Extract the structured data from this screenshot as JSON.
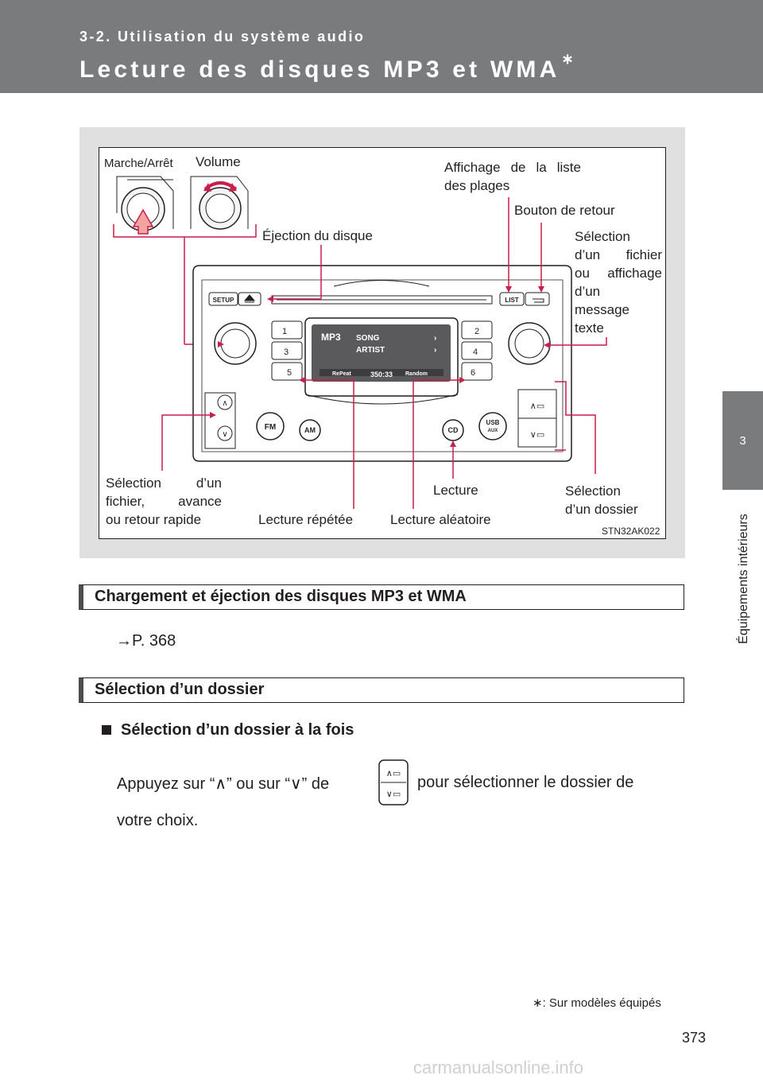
{
  "header": {
    "section": "3-2. Utilisation du système audio",
    "title": "Lecture des disques MP3 et WMA",
    "title_mark": "∗"
  },
  "side_tab": {
    "number": "3",
    "label": "Équipements intérieurs"
  },
  "figure": {
    "labels": {
      "power": "Marche/Arrêt",
      "volume": "Volume",
      "track_list_l1": "Affichage de la liste",
      "track_list_l2": "des plages",
      "back_button": "Bouton de retour",
      "eject": "Éjection du disque",
      "file_select_l1": "Sélection",
      "file_select_l2": "d’un fichier",
      "file_select_l3": "ou affichage",
      "file_select_l4": "d’un",
      "file_select_l5": "message",
      "file_select_l6": "texte",
      "file_seek_l1": "Sélection d’un",
      "file_seek_l2": "fichier, avance",
      "file_seek_l3": "ou retour rapide",
      "repeat": "Lecture répétée",
      "random": "Lecture aléatoire",
      "play": "Lecture",
      "folder_select_l1": "Sélection",
      "folder_select_l2": "d’un dossier",
      "image_code": "STN32AK022"
    },
    "unit_text": {
      "setup": "SETUP",
      "list": "LIST",
      "fm": "FM",
      "am": "AM",
      "cd": "CD",
      "usb": "USB",
      "aux": "AUX",
      "presets": [
        "1",
        "2",
        "3",
        "4",
        "5",
        "6"
      ],
      "display_mp3": "MP3",
      "display_song": "SONG",
      "display_artist": "ARTIST",
      "display_repeat": "RePeat",
      "display_time": "350:33",
      "display_random": "Random"
    }
  },
  "sections": [
    {
      "heading": "Chargement et éjection des disques MP3 et WMA",
      "ref": "→P. 368"
    },
    {
      "heading": "Sélection d’un dossier"
    }
  ],
  "subsection": {
    "title": "Sélection d’un dossier à la fois"
  },
  "body": {
    "line1_a": "Appuyez sur “∧” ou sur “∨” de",
    "line1_b": "pour sélectionner le dossier de",
    "line2": "votre choix."
  },
  "footnote": "∗: Sur modèles équipés",
  "page_number": "373",
  "watermark": "carmanualsonline.info"
}
